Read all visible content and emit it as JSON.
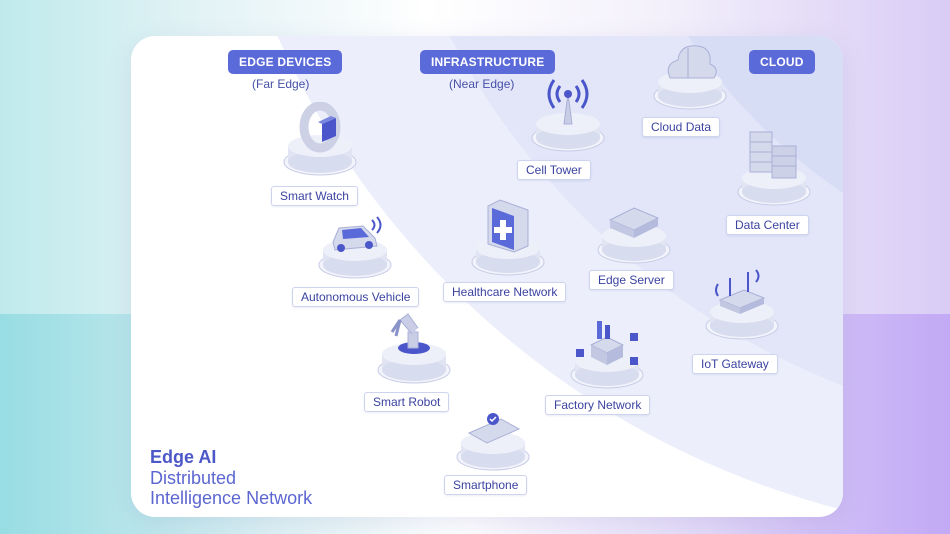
{
  "zones": [
    {
      "title": "EDGE DEVICES",
      "subtitle": "(Far Edge)"
    },
    {
      "title": "INFRASTRUCTURE",
      "subtitle": "(Near Edge)"
    },
    {
      "title": "CLOUD",
      "subtitle": ""
    }
  ],
  "nodes": {
    "smart_watch": "Smart Watch",
    "autonomous_vehicle": "Autonomous Vehicle",
    "smart_robot": "Smart Robot",
    "smartphone": "Smartphone",
    "cell_tower": "Cell Tower",
    "healthcare_network": "Healthcare Network",
    "edge_server": "Edge Server",
    "factory_network": "Factory Network",
    "iot_gateway": "IoT Gateway",
    "cloud_data": "Cloud Data",
    "data_center": "Data Center"
  },
  "footer": {
    "title": "Edge AI",
    "line1": "Distributed",
    "line2": "Intelligence Network"
  },
  "colors": {
    "accent": "#5b6ad9",
    "label_text": "#3b43a0",
    "pedestal": "#dfe3f2"
  }
}
